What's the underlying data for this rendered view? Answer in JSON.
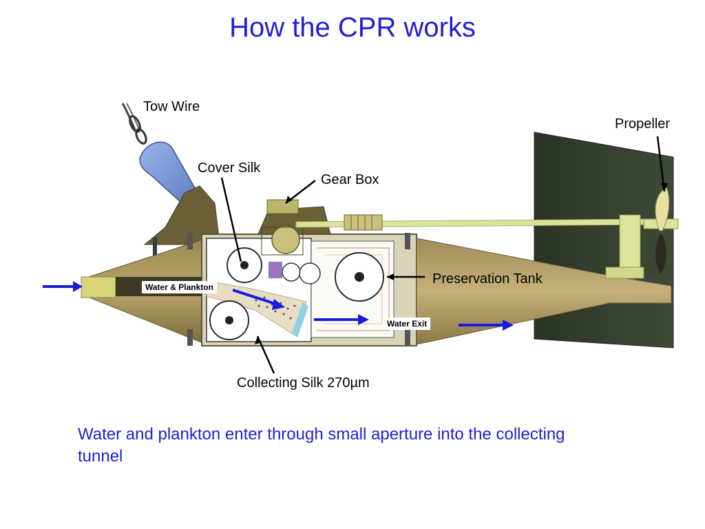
{
  "title": "How the CPR works",
  "labels": {
    "tow_wire": "Tow Wire",
    "propeller": "Propeller",
    "cover_silk": "Cover Silk",
    "gear_box": "Gear Box",
    "preservation_tank": "Preservation Tank",
    "water_plankton": "Water & Plankton",
    "water_exit": "Water Exit",
    "collecting_silk": "Collecting Silk 270µm"
  },
  "caption": "Water and plankton enter through small aperture into the collecting tunnel",
  "colors": {
    "title": "#1f1fd6",
    "caption": "#1f1fd6",
    "flow_arrow": "#1a1ae0",
    "body_olive": "#8a7a45",
    "fin_dark": "#2f3a2a",
    "drive_shaft": "#dce39a"
  }
}
